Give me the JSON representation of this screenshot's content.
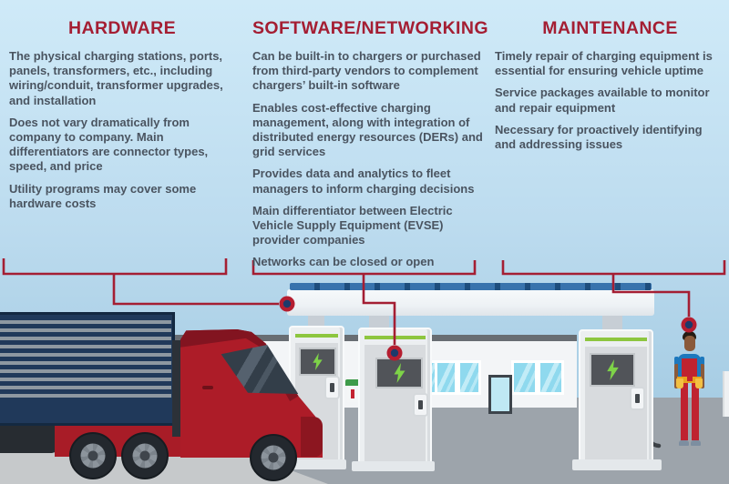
{
  "infographic": {
    "columns": [
      {
        "title": "HARDWARE",
        "paragraphs": [
          "The physical charging stations, ports, panels, transformers, etc., including wiring/conduit, transformer upgrades, and installation",
          "Does not vary dramatically from company to company. Main differentiators are connector types, speed, and price",
          "Utility programs may cover some hardware costs"
        ]
      },
      {
        "title": "SOFTWARE/NETWORKING",
        "paragraphs": [
          "Can be built-in to chargers or purchased from third-party vendors to complement chargers’ built-in software",
          "Enables cost-effective charging management, along with integration of distributed energy resources (DERs) and grid services",
          "Provides data and analytics to fleet managers to inform charging decisions",
          "Main differentiator between Electric Vehicle Supply Equipment (EVSE) provider companies",
          "Networks can be closed or open"
        ]
      },
      {
        "title": "MAINTENANCE",
        "paragraphs": [
          "Timely repair of charging equipment is essential for ensuring vehicle uptime",
          "Service packages available to monitor and repair equipment",
          "Necessary for proactively identifying and addressing issues"
        ]
      }
    ],
    "colors": {
      "heading_red": "#a41e33",
      "body_text": "#4a5460",
      "callout_line": "#a41e33",
      "callout_dot_ring": "#b51e30",
      "callout_dot_center": "#1c3a6b",
      "accent_green_stripe": "#8dc63f",
      "bolt_green": "#7ed348",
      "solar_panel_blue": "#3873ad",
      "truck_red": "#ad1c28",
      "trailer_navy": "#20395a",
      "sky_blue": "#bddcef"
    },
    "icons": {
      "charger_screen": "lightning-bolt-icon",
      "canopy_top": "solar-panel-strip",
      "callout_marker": "callout-dot"
    }
  }
}
